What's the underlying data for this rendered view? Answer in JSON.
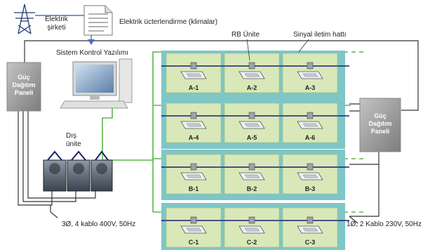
{
  "labels": {
    "company": "Elektrik\nşirketi",
    "billing": "Elektrik ücterlendirme (klimalar)",
    "software": "Sistem Kontrol Yazılımı",
    "rb_unit": "RB Ünite",
    "signal_line": "Sinyal iletim hattı",
    "outdoor": "Dış\nünite",
    "left_power": "3Ø, 4 kablo 400V, 50Hz",
    "right_power": "1Ø, 2 Kablo 230V, 50Hz"
  },
  "panels": {
    "left": "Güç\nDağıtım\nPaneli",
    "right": "Güç\nDağıtım\nPaneli"
  },
  "rows": [
    {
      "units": [
        "A-1",
        "A-2",
        "A-3"
      ]
    },
    {
      "units": [
        "A-4",
        "A-5",
        "A-6"
      ]
    },
    {
      "units": [
        "B-1",
        "B-2",
        "B-3"
      ]
    },
    {
      "units": [
        "C-1",
        "C-2",
        "C-3"
      ]
    }
  ],
  "colors": {
    "teal": "#7fc6c6",
    "cell": "#d9e8b8",
    "signal": "#5ab848",
    "refrigerant": "#1a1f6e",
    "power": "#333333",
    "comm": "#4a70c0",
    "panel": "#9a9a9a"
  }
}
